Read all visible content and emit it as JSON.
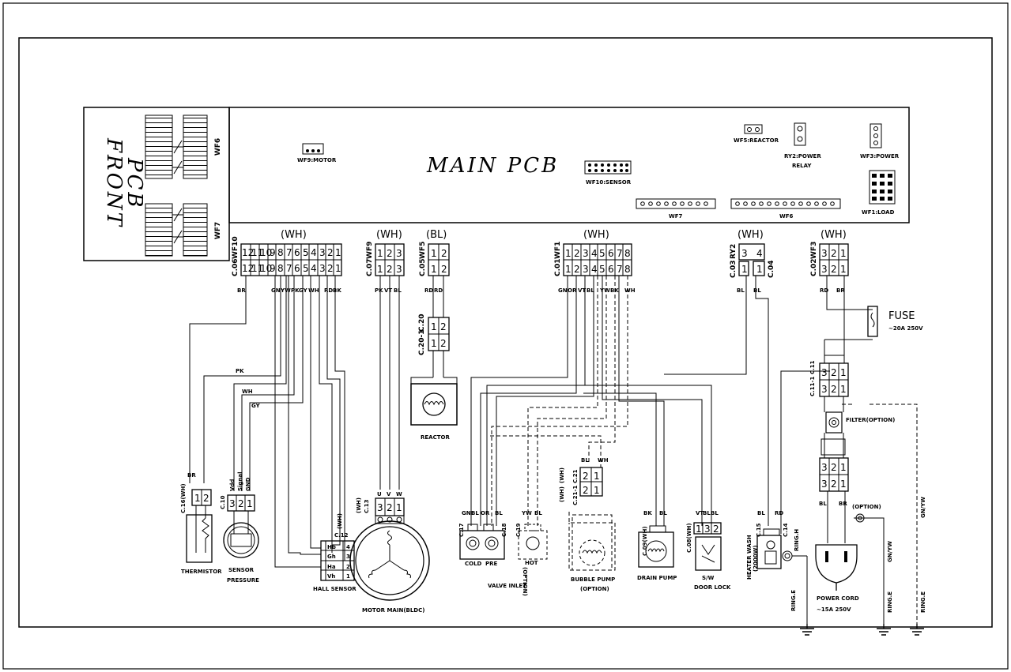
{
  "main_pcb": {
    "title": "MAIN PCB"
  },
  "front_pcb": {
    "line1": "FRONT",
    "line2": "PCB"
  },
  "pcb_parts": {
    "wf9_motor": "WF9:MOTOR",
    "wf10_sensor": "WF10:SENSOR",
    "wf5_reactor": "WF5:REACTOR",
    "ry2_line1": "RY2:POWER",
    "ry2_line2": "RELAY",
    "wf3_power": "WF3:POWER",
    "wf1_load": "WF1:LOAD",
    "wf7": "WF7",
    "wf6": "WF6",
    "wf6_side": "WF6",
    "wf7_side": "WF7"
  },
  "connectors": {
    "wf10": {
      "name": "WF10",
      "mate": "C.06",
      "housing": "(WH)",
      "pins": [
        "12",
        "11",
        "10",
        "9",
        "8",
        "7",
        "6",
        "5",
        "4",
        "3",
        "2",
        "1"
      ],
      "mate_pins": [
        "12",
        "11",
        "10",
        "9",
        "8",
        "7",
        "6",
        "5",
        "4",
        "3",
        "2",
        "1"
      ]
    },
    "wf9": {
      "name": "WF9",
      "mate": "C.07",
      "housing": "(WH)",
      "pins": [
        "1",
        "2",
        "3"
      ],
      "mate_pins": [
        "1",
        "2",
        "3"
      ]
    },
    "wf5": {
      "name": "WF5",
      "mate": "C.05",
      "housing": "(BL)",
      "pins": [
        "1",
        "2"
      ],
      "mate_pins": [
        "1",
        "2"
      ]
    },
    "wf1": {
      "name": "WF1",
      "mate": "C.01",
      "housing": "(WH)",
      "pins": [
        "1",
        "2",
        "3",
        "4",
        "5",
        "6",
        "7",
        "8"
      ],
      "mate_pins": [
        "1",
        "2",
        "3",
        "4",
        "5",
        "6",
        "7",
        "8"
      ]
    },
    "ry2": {
      "name": "RY2",
      "housing": "(WH)",
      "pins": [
        "3",
        "4"
      ],
      "mate_pins": [
        "1",
        "1"
      ],
      "mate_left": "C.03",
      "mate_right": "C.04"
    },
    "wf3": {
      "name": "WF3",
      "mate": "C.02",
      "housing": "(WH)",
      "pins": [
        "3",
        "2",
        "1"
      ],
      "mate_pins": [
        "3",
        "2",
        "1"
      ]
    }
  },
  "wires": {
    "wf10": [
      "BR",
      "GN",
      "YW",
      "PK",
      "GY",
      "WH",
      "RD",
      "BK"
    ],
    "wf9": [
      "PK",
      "VT",
      "BL"
    ],
    "wf5": [
      "RD",
      "RD"
    ],
    "wf1": [
      "GN",
      "OR",
      "VT",
      "BL",
      "YW",
      "BK",
      "WH"
    ],
    "ry2": [
      "BL",
      "BL"
    ],
    "wf3": [
      "RD",
      "BR"
    ],
    "pk": "PK",
    "wh": "WH",
    "gy": "GY",
    "br": "BR"
  },
  "components": {
    "thermistor": "THERMISTOR",
    "sensor_pressure_1": "SENSOR",
    "sensor_pressure_2": "PRESSURE",
    "hall_sensor": "HALL SENSOR",
    "motor_main": "MOTOR MAIN(BLDC)",
    "reactor": "REACTOR",
    "valve_inlet": "VALVE INLET",
    "cold": "COLD",
    "pre": "PRE",
    "hot": "HOT",
    "hot_opt": "(OPTION)",
    "bubble_pump": "BUBBLE PUMP",
    "bubble_opt": "(OPTION)",
    "drain_pump": "DRAIN PUMP",
    "sw": "S/W",
    "door_lock": "DOOR LOCK",
    "heater_1": "HEATER WASH",
    "heater_2": "(2000W)",
    "fuse": "FUSE",
    "fuse_rating": "~20A 250V",
    "filter": "FILTER(OPTION)",
    "power_cord": "POWER CORD",
    "power_rating": "~15A 250V",
    "option": "(OPTION)"
  },
  "sub_connectors": {
    "c20": "C.20",
    "c20_1": "C.20-1",
    "c11": "C.11",
    "c11_1": "C.11-1",
    "c16": "C.16(WH)",
    "c10": "C.10",
    "c12": "C.12",
    "c12_wh": "(WH)",
    "c13": "C.13",
    "c13_wh": "(WH)",
    "c17": "C.17",
    "c18": "C.18",
    "c19": "C.19",
    "c21": "C.21",
    "c21_1": "C.21-1",
    "c21_wh": "(WH)",
    "c21_1_wh": "(WH)",
    "c09": "C.09(WH)",
    "c08": "C.08(WH)",
    "c15": "C.15",
    "c14": "C.14",
    "vdd": "Vdd",
    "signal": "Signal",
    "gnd": "GND",
    "hb": "Hb",
    "gh": "Gh",
    "ha": "Ha",
    "vh": "Vh",
    "p4": "4",
    "p3": "3",
    "p2": "2",
    "p1": "1",
    "u": "U",
    "v": "V",
    "w": "W",
    "gnyw": "GN/YW",
    "ringe": "RING.E",
    "ringh": "RING.H",
    "gn": "GN",
    "bl": "BL",
    "or": "OR",
    "yw": "YW",
    "bk": "BK",
    "vt": "VT",
    "rd": "RD",
    "wh": "WH",
    "br": "BR"
  }
}
